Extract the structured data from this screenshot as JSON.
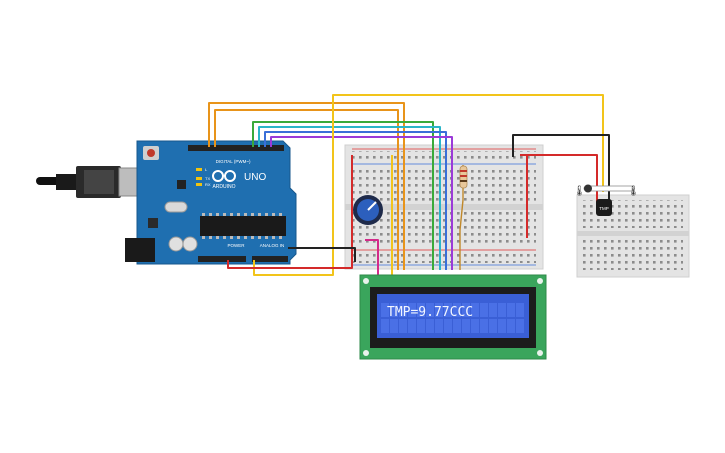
{
  "arduino": {
    "model": "UNO",
    "brand": "ARDUINO",
    "digital_header": "DIGITAL (PWM~)",
    "power_label": "POWER",
    "analog_label": "ANALOG IN",
    "tx_label": "TX",
    "rx_label": "RX",
    "l_label": "L",
    "board_color": "#1f6fb0"
  },
  "lcd": {
    "line1": "TMP=9.77CCC",
    "line2": "",
    "backlight_color": "#3a5fd6",
    "pcb_color": "#3aa55c"
  },
  "sensor": {
    "label": "TMP"
  },
  "wire_colors": {
    "orange": "#e8941a",
    "yellow": "#f2c41a",
    "green": "#3aaa3a",
    "cyan": "#2bb5c8",
    "blue": "#3a6fd8",
    "purple": "#9b3ad8",
    "red": "#d42a2a",
    "black": "#222222",
    "magenta": "#d42a8a"
  }
}
